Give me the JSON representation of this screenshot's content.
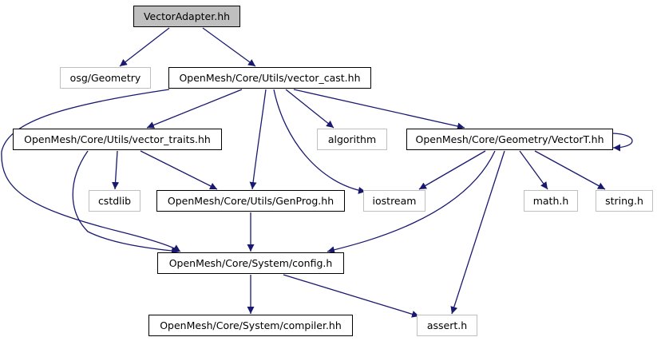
{
  "diagram": {
    "type": "include-dependency-graph",
    "colors": {
      "edge": "#191970",
      "root_fill": "#bfbfbf",
      "documented_border": "#000000",
      "external_border": "#bfbfbf"
    },
    "nodes": [
      {
        "id": "vector_adapter",
        "label": "VectorAdapter.hh",
        "kind": "root"
      },
      {
        "id": "osg_geometry",
        "label": "osg/Geometry",
        "kind": "ext"
      },
      {
        "id": "vector_cast",
        "label": "OpenMesh/Core/Utils/vector_cast.hh",
        "kind": "doc"
      },
      {
        "id": "vector_traits",
        "label": "OpenMesh/Core/Utils/vector_traits.hh",
        "kind": "doc"
      },
      {
        "id": "algorithm",
        "label": "algorithm",
        "kind": "ext"
      },
      {
        "id": "vectort",
        "label": "OpenMesh/Core/Geometry/VectorT.hh",
        "kind": "doc"
      },
      {
        "id": "cstdlib",
        "label": "cstdlib",
        "kind": "ext"
      },
      {
        "id": "genprog",
        "label": "OpenMesh/Core/Utils/GenProg.hh",
        "kind": "doc"
      },
      {
        "id": "iostream",
        "label": "iostream",
        "kind": "ext"
      },
      {
        "id": "math_h",
        "label": "math.h",
        "kind": "ext"
      },
      {
        "id": "string_h",
        "label": "string.h",
        "kind": "ext"
      },
      {
        "id": "config",
        "label": "OpenMesh/Core/System/config.h",
        "kind": "doc"
      },
      {
        "id": "compiler",
        "label": "OpenMesh/Core/System/compiler.hh",
        "kind": "doc"
      },
      {
        "id": "assert_h",
        "label": "assert.h",
        "kind": "ext"
      }
    ],
    "edges": [
      [
        "vector_adapter",
        "osg_geometry"
      ],
      [
        "vector_adapter",
        "vector_cast"
      ],
      [
        "vector_cast",
        "vector_traits"
      ],
      [
        "vector_cast",
        "genprog"
      ],
      [
        "vector_cast",
        "algorithm"
      ],
      [
        "vector_cast",
        "iostream"
      ],
      [
        "vector_cast",
        "vectort"
      ],
      [
        "vector_cast",
        "config"
      ],
      [
        "vector_traits",
        "cstdlib"
      ],
      [
        "vector_traits",
        "genprog"
      ],
      [
        "vector_traits",
        "config"
      ],
      [
        "vectort",
        "vectort"
      ],
      [
        "vectort",
        "iostream"
      ],
      [
        "vectort",
        "math_h"
      ],
      [
        "vectort",
        "string_h"
      ],
      [
        "vectort",
        "config"
      ],
      [
        "vectort",
        "assert_h"
      ],
      [
        "genprog",
        "config"
      ],
      [
        "config",
        "compiler"
      ],
      [
        "config",
        "assert_h"
      ]
    ]
  }
}
